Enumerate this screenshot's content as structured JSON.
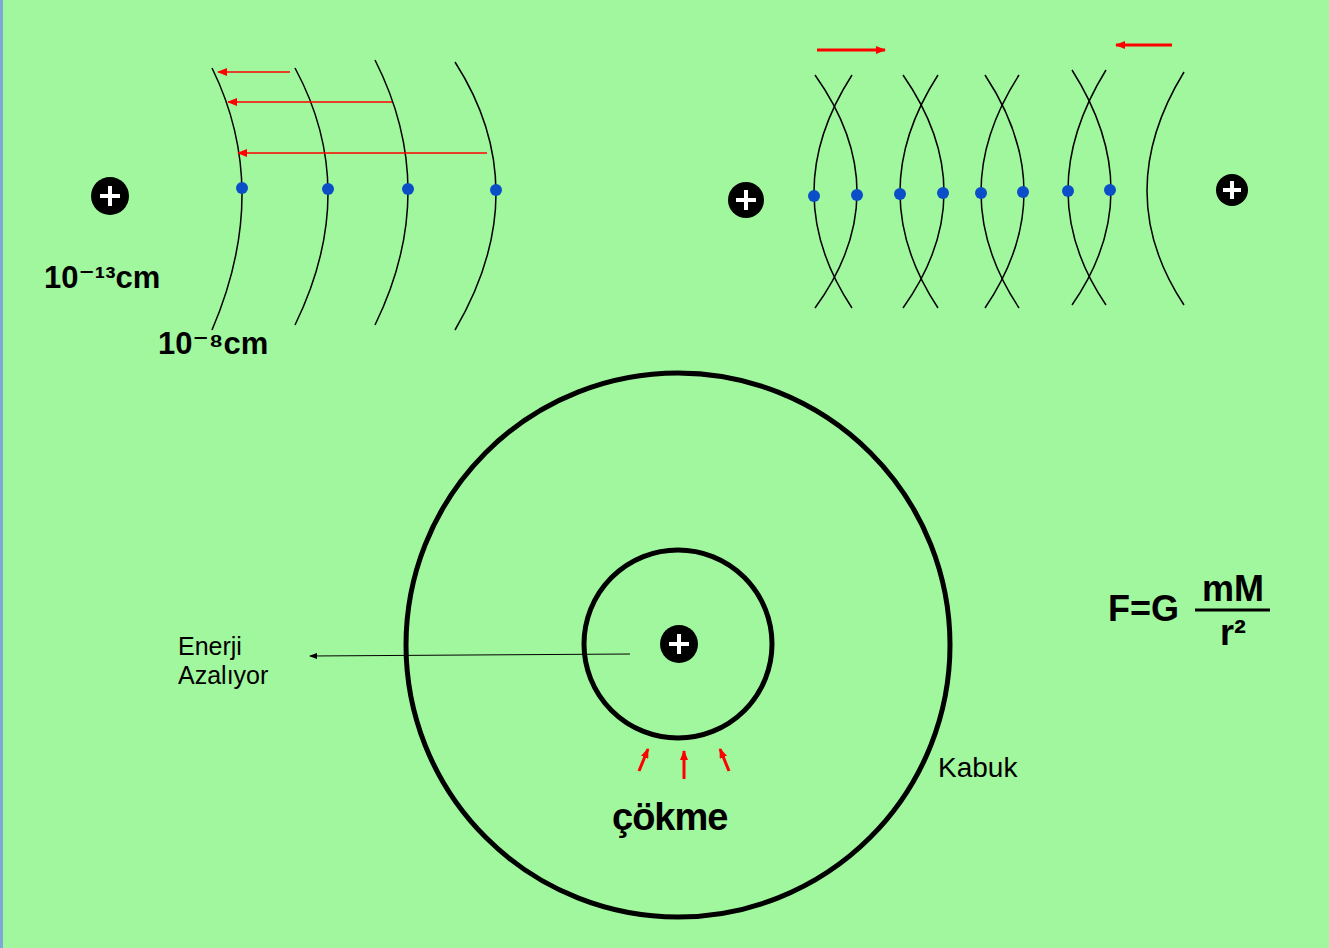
{
  "diagram": {
    "labels": [
      "10⁻¹³cm",
      "10⁻⁸cm",
      "Enerji Azalıyor",
      "Kabuk",
      "çökme",
      "F=G",
      "mM",
      "r²"
    ]
  }
}
